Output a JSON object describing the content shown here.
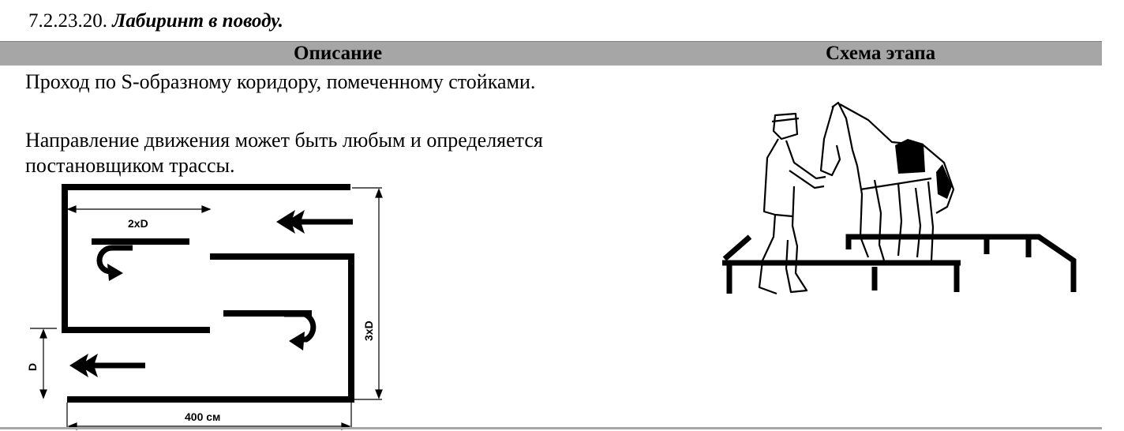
{
  "heading": {
    "number": "7.2.23.20.",
    "title": "Лабиринт в поводу."
  },
  "table_header": {
    "description": "Описание",
    "scheme": "Схема этапа"
  },
  "description": {
    "line1": "Проход по S-образному коридору, помеченному стойками.",
    "line2": "Направление движения может быть любым и определяется",
    "line3": "постановщиком трассы."
  },
  "diagram_labels": {
    "width_between": "2xD",
    "height": "3xD",
    "corridor": "D",
    "total_width": "400 см"
  },
  "icons": {
    "arrows": "arrow-left-icon",
    "turns": "u-turn-icon",
    "illustration": "horse-handler-illustration"
  }
}
